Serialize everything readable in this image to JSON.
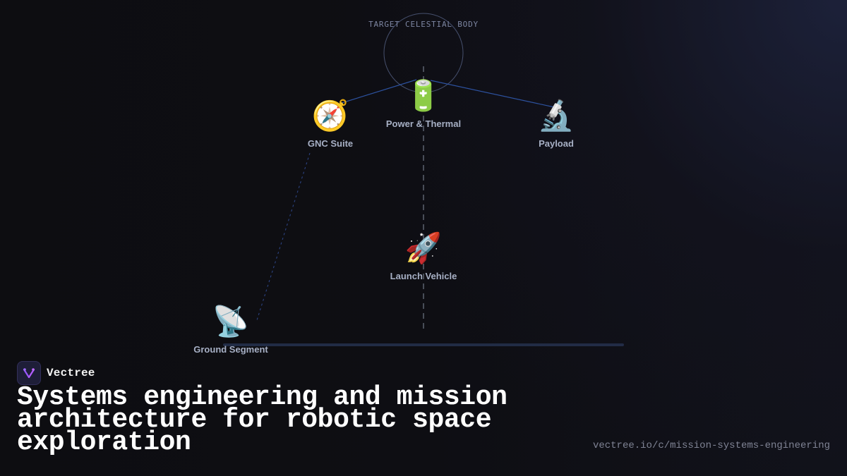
{
  "diagram": {
    "target_label": "TARGET CELESTIAL BODY",
    "nodes": [
      {
        "id": "gnc",
        "label": "GNC Suite",
        "icon_name": "compass-icon",
        "icon_char": "🧭"
      },
      {
        "id": "power",
        "label": "Power & Thermal",
        "icon_name": "battery-icon",
        "icon_char": "🔋"
      },
      {
        "id": "payload",
        "label": "Payload",
        "icon_name": "microscope-icon",
        "icon_char": "🔬"
      },
      {
        "id": "launch",
        "label": "Launch Vehicle",
        "icon_name": "rocket-icon",
        "icon_char": "🚀"
      },
      {
        "id": "ground",
        "label": "Ground Segment",
        "icon_name": "satellite-dish-icon",
        "icon_char": "📡"
      }
    ]
  },
  "brand": {
    "name": "Vectree",
    "logo_icon": "vectree-logo-icon",
    "accent": "#8b45ff"
  },
  "hero": {
    "title": "Systems engineering and mission architecture for robotic space exploration"
  },
  "footer": {
    "url": "vectree.io/c/mission-systems-engineering"
  },
  "colors": {
    "background": "#0e0e12",
    "label": "#a7b0c5",
    "muted_text": "#7d86a2",
    "connector": "#3756ad",
    "title": "#ffffff"
  }
}
